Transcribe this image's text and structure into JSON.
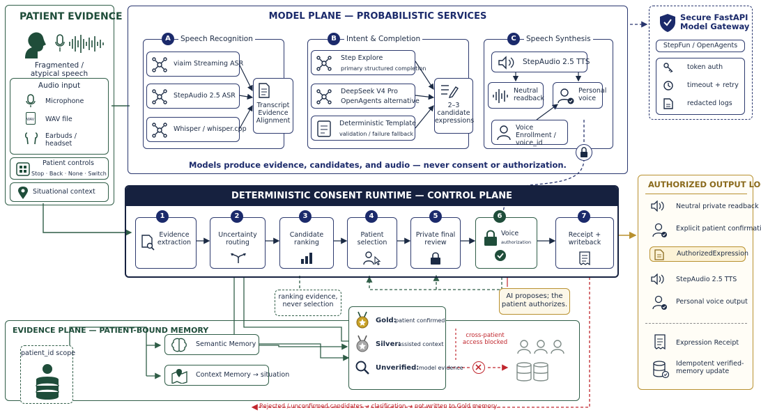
{
  "patient_evidence": {
    "title": "PATIENT EVIDENCE",
    "caption": "Fragmented /\natypical speech",
    "audio_input": "Audio input",
    "microphone": "Microphone",
    "wav_file": "WAV file",
    "wav_glyph": "WAV",
    "earbuds": "Earbuds /\nheadset",
    "patient_controls": "Patient controls",
    "controls_list": "Stop · Back · None · Switch",
    "situational": "Situational context"
  },
  "model_plane": {
    "title": "MODEL PLANE — PROBABILISTIC SERVICES",
    "a_badge": "A",
    "a_title": "Speech Recognition",
    "asr1": "viaim Streaming ASR",
    "asr2": "StepAudio 2.5 ASR",
    "asr3": "Whisper / whisper.cpp",
    "transcript": "Transcript\nEvidence\nAlignment",
    "b_badge": "B",
    "b_title": "Intent & Completion",
    "b1_title": "Step Explore",
    "b1_sub": "primary structured completion",
    "b2_title": "DeepSeek V4 Pro",
    "b2_sub": "OpenAgents alternative",
    "b3_title": "Deterministic Template",
    "b3_sub": "validation / failure fallback",
    "candidates": "2–3\ncandidate\nexpressions",
    "c_badge": "C",
    "c_title": "Speech Synthesis",
    "tts": "StepAudio 2.5 TTS",
    "neutral": "Neutral\nreadback",
    "personal": "Personal\nvoice",
    "enroll": "Voice Enrollment /\nvoice_id",
    "footer": "Models produce evidence, candidates, and audio — never consent or authorization."
  },
  "gateway": {
    "title": "Secure FastAPI\nModel Gateway",
    "tag": "StepFun / OpenAgents",
    "item1": "token auth",
    "item2": "timeout + retry",
    "item3": "redacted logs"
  },
  "runtime": {
    "title": "DETERMINISTIC CONSENT RUNTIME — CONTROL PLANE",
    "steps": [
      {
        "n": "1",
        "label": "Evidence\nextraction"
      },
      {
        "n": "2",
        "label": "Uncertainty\nrouting"
      },
      {
        "n": "3",
        "label": "Candidate\nranking"
      },
      {
        "n": "4",
        "label": "Patient\nselection"
      },
      {
        "n": "5",
        "label": "Private final\nreview"
      },
      {
        "n": "6",
        "label": "Voice",
        "sub": "authorization"
      },
      {
        "n": "7",
        "label": "Receipt +\nwriteback"
      }
    ],
    "ranking_note": "ranking evidence,\nnever selection",
    "ai_note": "AI proposes; the\npatient authorizes."
  },
  "output_loop": {
    "title": "AUTHORIZED OUTPUT LOOP",
    "o1": "Neutral private readback",
    "o2": "Explicit patient confirmation",
    "o3": "AuthorizedExpression",
    "o4": "StepAudio 2.5 TTS",
    "o5": "Personal voice output",
    "o6": "Expression Receipt",
    "o7": "Idempotent verified-\nmemory update"
  },
  "evidence_plane": {
    "title": "EVIDENCE PLANE — PATIENT-BOUND MEMORY",
    "scope": "patient_id scope",
    "semantic": "Semantic Memory",
    "context": "Context Memory → situation",
    "gold": "Gold:",
    "gold_sub": "patient confirmed",
    "silver": "Silver:",
    "silver_sub": "assisted context",
    "unverified": "Unverified:",
    "unverified_sub": "model evidence",
    "blocked": "cross-patient\naccess blocked",
    "rejected": "Rejected / unconfirmed candidates → clarification → not written to Gold memory."
  }
}
